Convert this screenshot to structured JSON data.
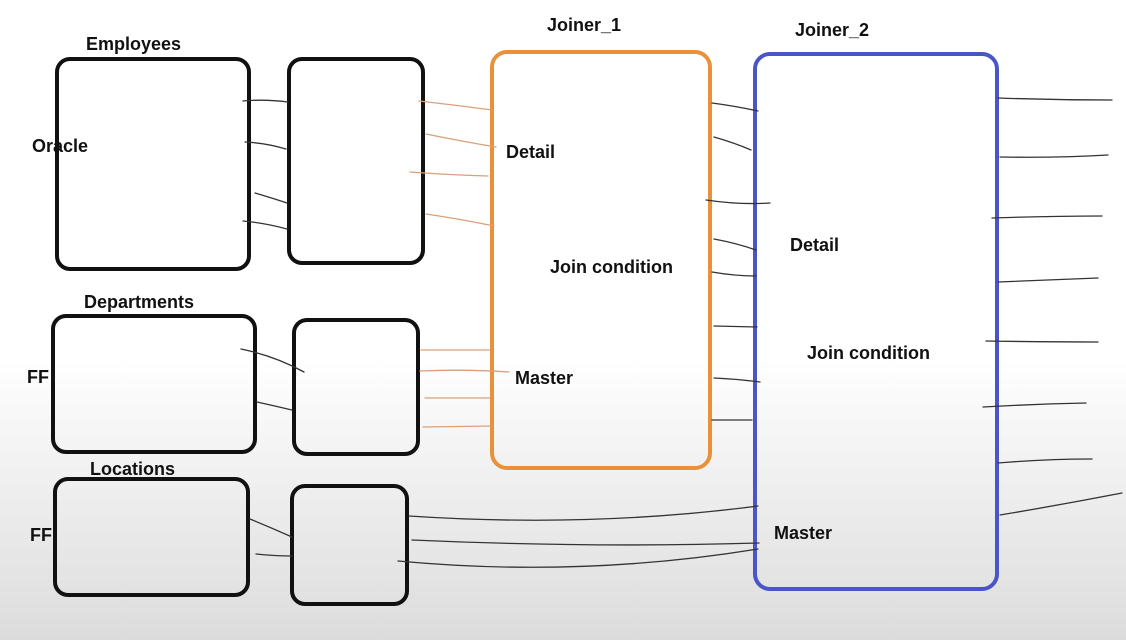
{
  "colors": {
    "box_outline": "#111111",
    "joiner1_outline": "#e8913a",
    "joiner2_outline": "#4a55c8",
    "wire_black": "#333333",
    "wire_orange": "#d9a07a"
  },
  "sources": [
    {
      "name": "Employees",
      "type": "Oracle"
    },
    {
      "name": "Departments",
      "type": "FF"
    },
    {
      "name": "Locations",
      "type": "FF"
    }
  ],
  "joiners": [
    {
      "name": "Joiner_1",
      "detail_label": "Detail",
      "condition_label": "Join condition",
      "master_label": "Master"
    },
    {
      "name": "Joiner_2",
      "detail_label": "Detail",
      "condition_label": "Join condition",
      "master_label": "Master"
    }
  ]
}
